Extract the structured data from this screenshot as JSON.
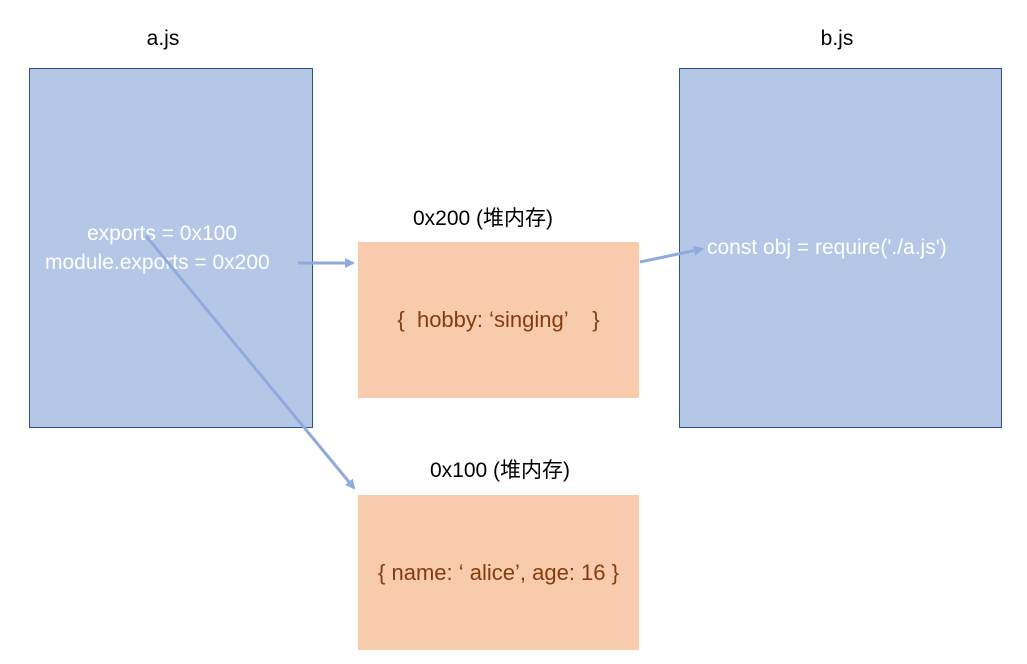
{
  "modules": {
    "a": {
      "label": "a.js",
      "exports_line": "exports = 0x100",
      "module_exports_line": "module.exports = 0x200"
    },
    "b": {
      "label": "b.js",
      "require_line": "const obj = require('./a.js')"
    }
  },
  "heap": {
    "upper": {
      "label": "0x200 (堆内存)",
      "content": "{  hobby: ‘singing’    }"
    },
    "lower": {
      "label": "0x100 (堆内存)",
      "content": "{ name: ‘ alice’, age: 16 }"
    }
  },
  "colors": {
    "module_fill": "#b4c7e7",
    "module_border": "#2f528f",
    "heap_fill": "#f8cbad",
    "heap_text": "#843c0c",
    "arrow": "#8faadc",
    "code_text": "#ffffff"
  }
}
